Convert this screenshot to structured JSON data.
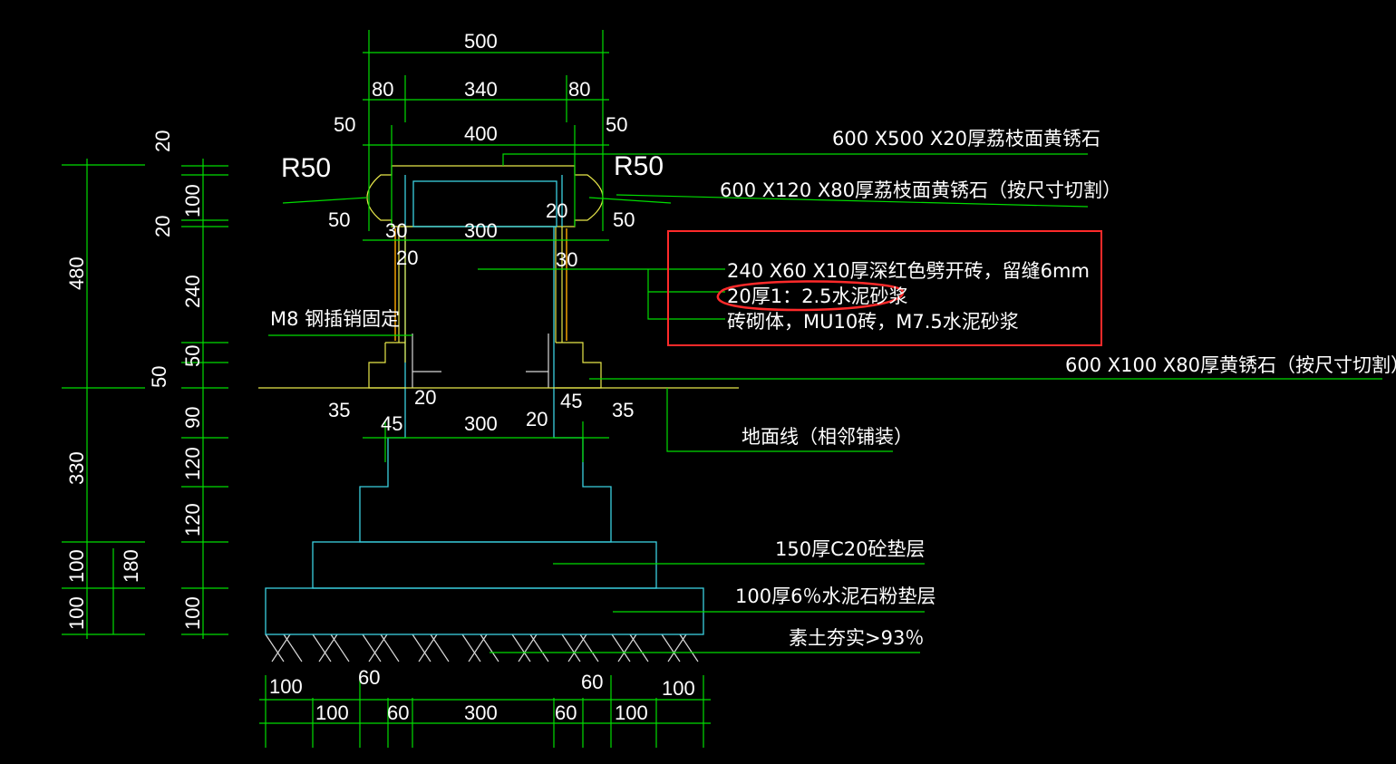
{
  "dims": {
    "top_500": "500",
    "top_80_left": "80",
    "top_340": "340",
    "top_80_right": "80",
    "top_50_left": "50",
    "top_400": "400",
    "top_50_right": "50",
    "r50_left": "R50",
    "r50_right": "R50",
    "cap_50_left": "50",
    "cap_30_left": "30",
    "cap_300": "300",
    "cap_20": "20",
    "cap_50_right": "50",
    "shaft_20_left": "20",
    "shaft_30_right": "30",
    "base_35_left": "35",
    "base_20_left": "20",
    "base_45_left": "45",
    "base_300": "300",
    "base_20_right": "20",
    "base_45_right": "45",
    "base_35_right": "35",
    "bot_100_left": "100",
    "bot_60_left": "60",
    "bot_60_right": "60",
    "bot_100_right": "100",
    "bot2_100_a": "100",
    "bot2_60_a": "60",
    "bot2_300": "300",
    "bot2_60_b": "60",
    "bot2_100_b": "100",
    "v_480": "480",
    "v_330": "330",
    "v_100_a": "100",
    "v_100_b": "100",
    "v_20_top": "20",
    "v_20_mid": "20",
    "v_50": "50",
    "v_180": "180",
    "v2_100_top": "100",
    "v2_240": "240",
    "v2_50": "50",
    "v2_90": "90",
    "v2_120_a": "120",
    "v2_120_b": "120",
    "v2_100_bot": "100"
  },
  "notes": {
    "cap_top": "600 X500 X20厚荔枝面黄锈石",
    "cap_side": "600 X120 X80厚荔枝面黄锈石（按尺寸切割）",
    "brick_face": "240 X60 X10厚深红色劈开砖，留缝6mm",
    "mortar": "20厚1：2.5水泥砂浆",
    "masonry": "砖砌体，MU10砖，M7.5水泥砂浆",
    "pin": "M8 钢插销固定",
    "base_stone": "600 X100 X80厚黄锈石（按尺寸切割）",
    "ground": "地面线（相邻铺装）",
    "c20": "150厚C20砼垫层",
    "stone_powder": "100厚6％水泥石粉垫层",
    "soil": "素土夯实>93％"
  },
  "colors": {
    "background": "#000000",
    "dimension_lines": "#00dd00",
    "structure_cyan": "#3ad0e0",
    "yellow_lines": "#e8e84a",
    "highlight_box": "#ff2a2a",
    "text": "#ffffff"
  }
}
